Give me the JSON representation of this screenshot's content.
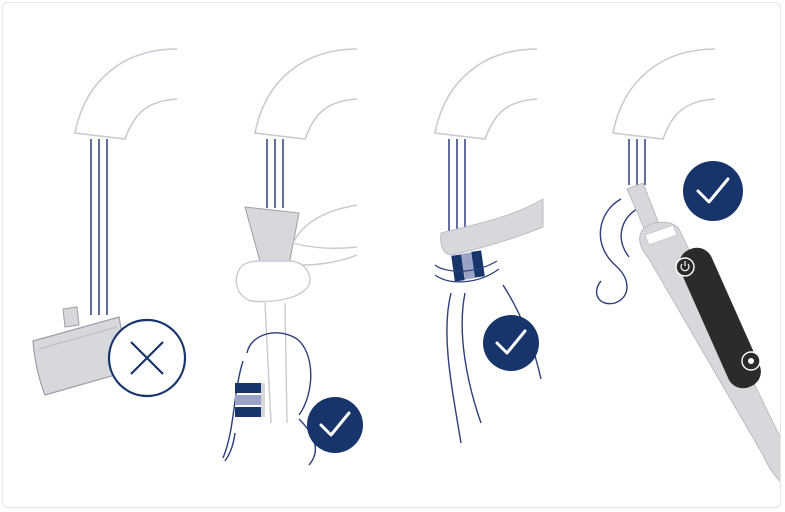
{
  "panels": [
    {
      "id": "brush-head-under-tap",
      "status": "incorrect",
      "status_icon": "cross-icon"
    },
    {
      "id": "brush-head-held-rinse",
      "status": "correct",
      "status_icon": "checkmark-icon"
    },
    {
      "id": "brush-bristles-rinse",
      "status": "correct",
      "status_icon": "checkmark-icon"
    },
    {
      "id": "handle-rinse",
      "status": "correct",
      "status_icon": "checkmark-icon"
    }
  ],
  "colors": {
    "navy": "#17346b",
    "line": "#2d3f7a",
    "faucet": "#c7cbd1",
    "device": "#d6d8db",
    "device_dark": "#2b2b2b",
    "bristle_light": "#9aa3c7"
  }
}
